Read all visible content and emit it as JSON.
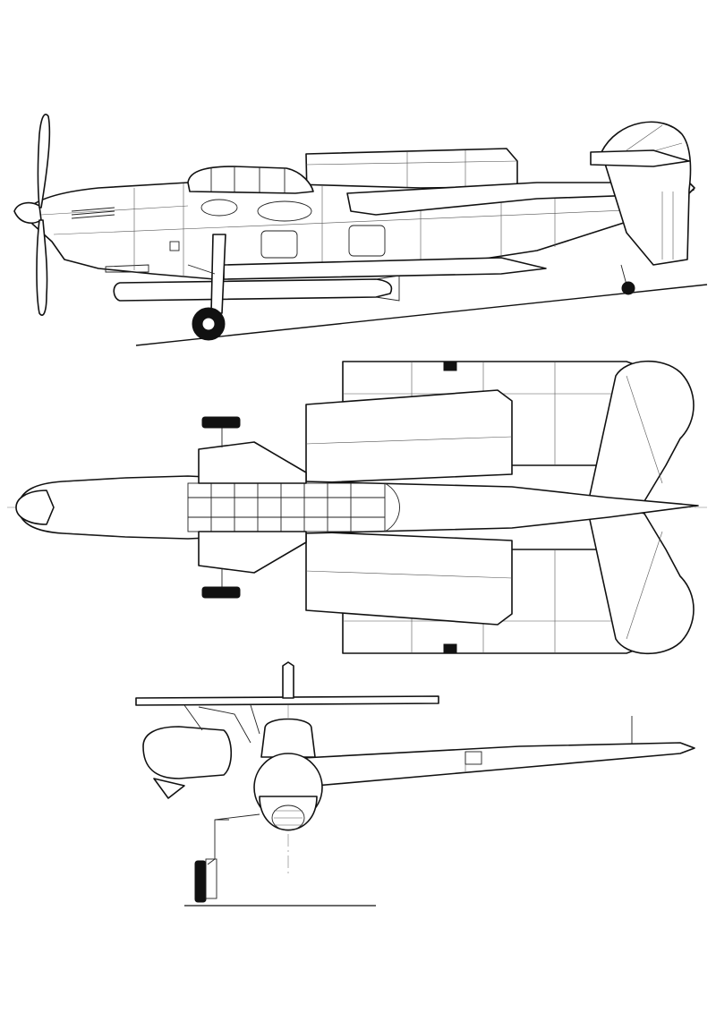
{
  "drawing": {
    "views": [
      "side-view",
      "top-view",
      "front-view"
    ]
  }
}
